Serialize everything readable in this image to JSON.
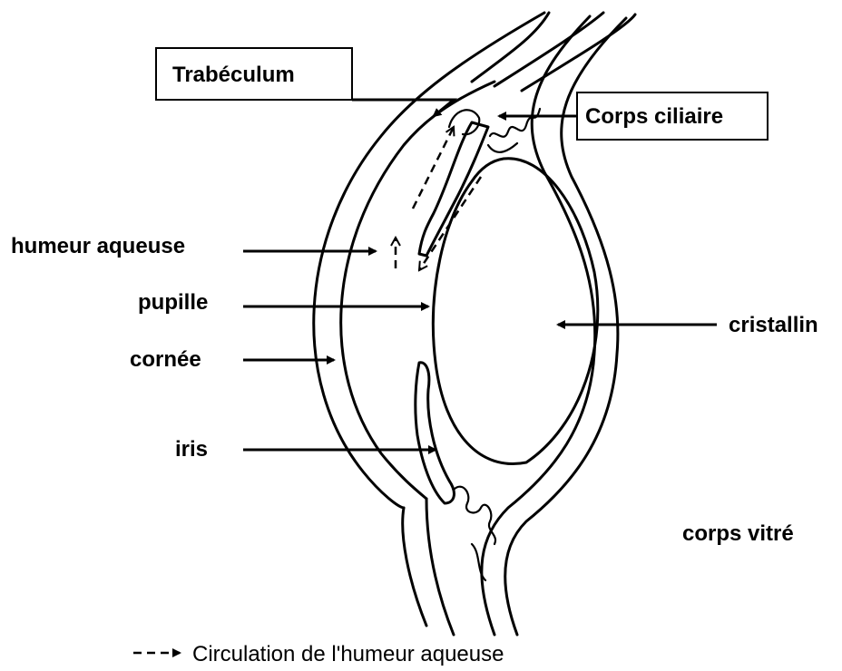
{
  "labels": {
    "trabeculum": "Trabéculum",
    "corps_ciliaire": "Corps ciliaire",
    "humeur_aqueuse": "humeur aqueuse",
    "pupille": "pupille",
    "cornee": "cornée",
    "iris": "iris",
    "cristallin": "cristallin",
    "corps_vitre": "corps vitré"
  },
  "legend": {
    "symbol": "--->",
    "text": "Circulation de l'humeur aqueuse"
  }
}
